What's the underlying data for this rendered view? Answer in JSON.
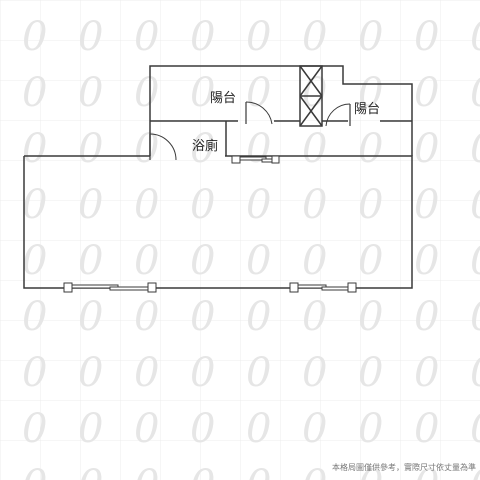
{
  "rooms": {
    "balcony_left": "陽台",
    "balcony_right": "陽台",
    "bathroom": "浴廁"
  },
  "disclaimer": "本格局圖僅供參考，實際尺寸依丈量為準",
  "colors": {
    "wall": "#3a3a3a",
    "grid": "#ececec",
    "watermark": "#e6e6e6"
  }
}
